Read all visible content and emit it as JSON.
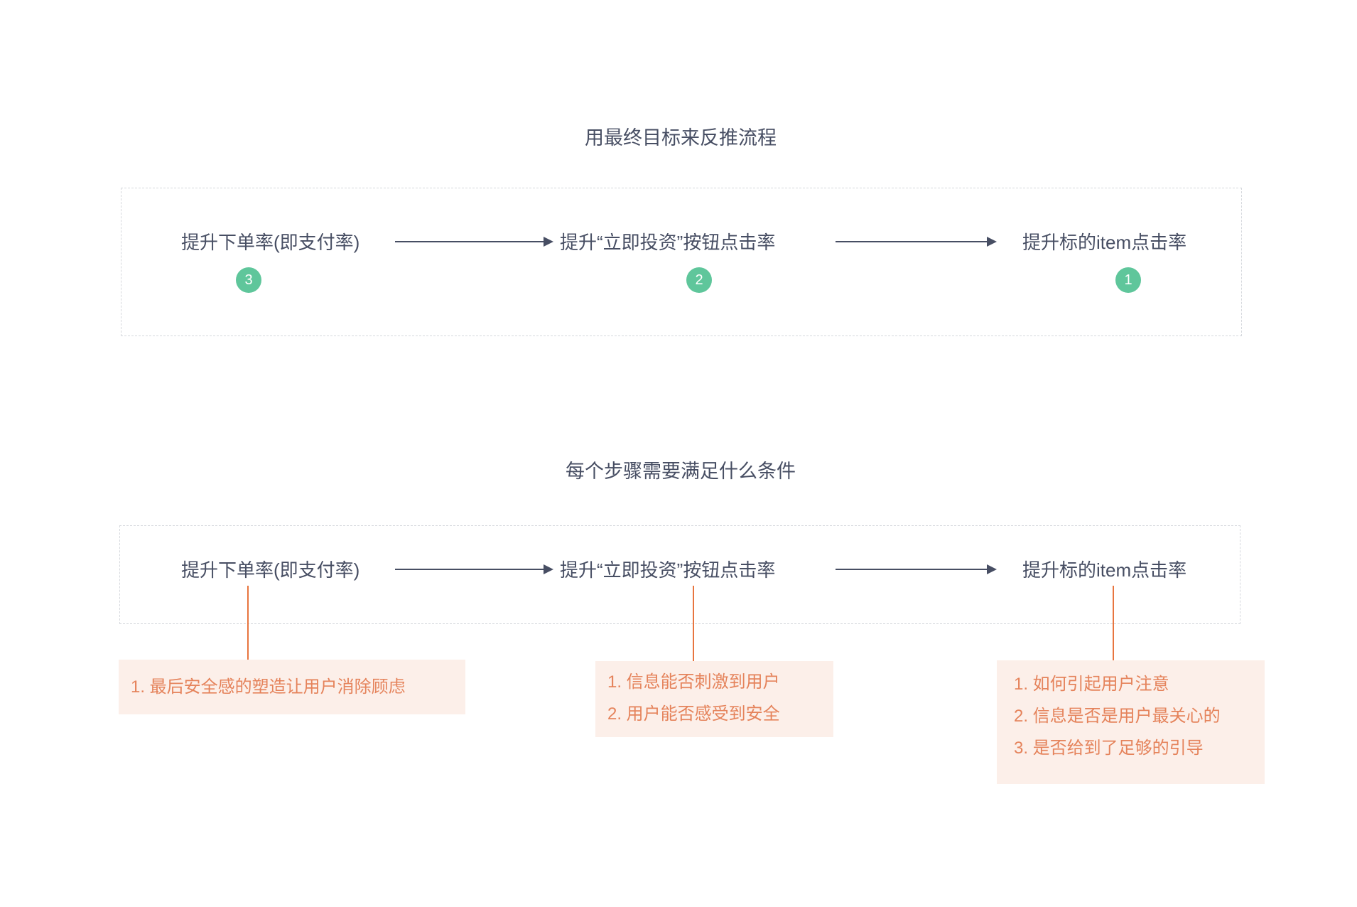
{
  "colors": {
    "text_dark": "#474e63",
    "badge_green": "#5fc69b",
    "note_orange_text": "#e5835b",
    "note_orange_line": "#e8753f",
    "note_background": "#fcefe9",
    "dashed_border": "#d5d8dd"
  },
  "section1": {
    "title": "用最终目标来反推流程",
    "nodes": [
      {
        "label": "提升下单率(即支付率)",
        "badge": "3"
      },
      {
        "label": "提升“立即投资”按钮点击率",
        "badge": "2"
      },
      {
        "label": "提升标的item点击率",
        "badge": "1"
      }
    ]
  },
  "section2": {
    "title": "每个步骤需要满足什么条件",
    "nodes": [
      {
        "label": "提升下单率(即支付率)"
      },
      {
        "label": "提升“立即投资”按钮点击率"
      },
      {
        "label": "提升标的item点击率"
      }
    ],
    "notes": [
      {
        "items": [
          "1. 最后安全感的塑造让用户消除顾虑"
        ]
      },
      {
        "items": [
          "1. 信息能否刺激到用户",
          "2. 用户能否感受到安全"
        ]
      },
      {
        "items": [
          "1. 如何引起用户注意",
          "2. 信息是否是用户最关心的",
          "3. 是否给到了足够的引导"
        ]
      }
    ]
  }
}
